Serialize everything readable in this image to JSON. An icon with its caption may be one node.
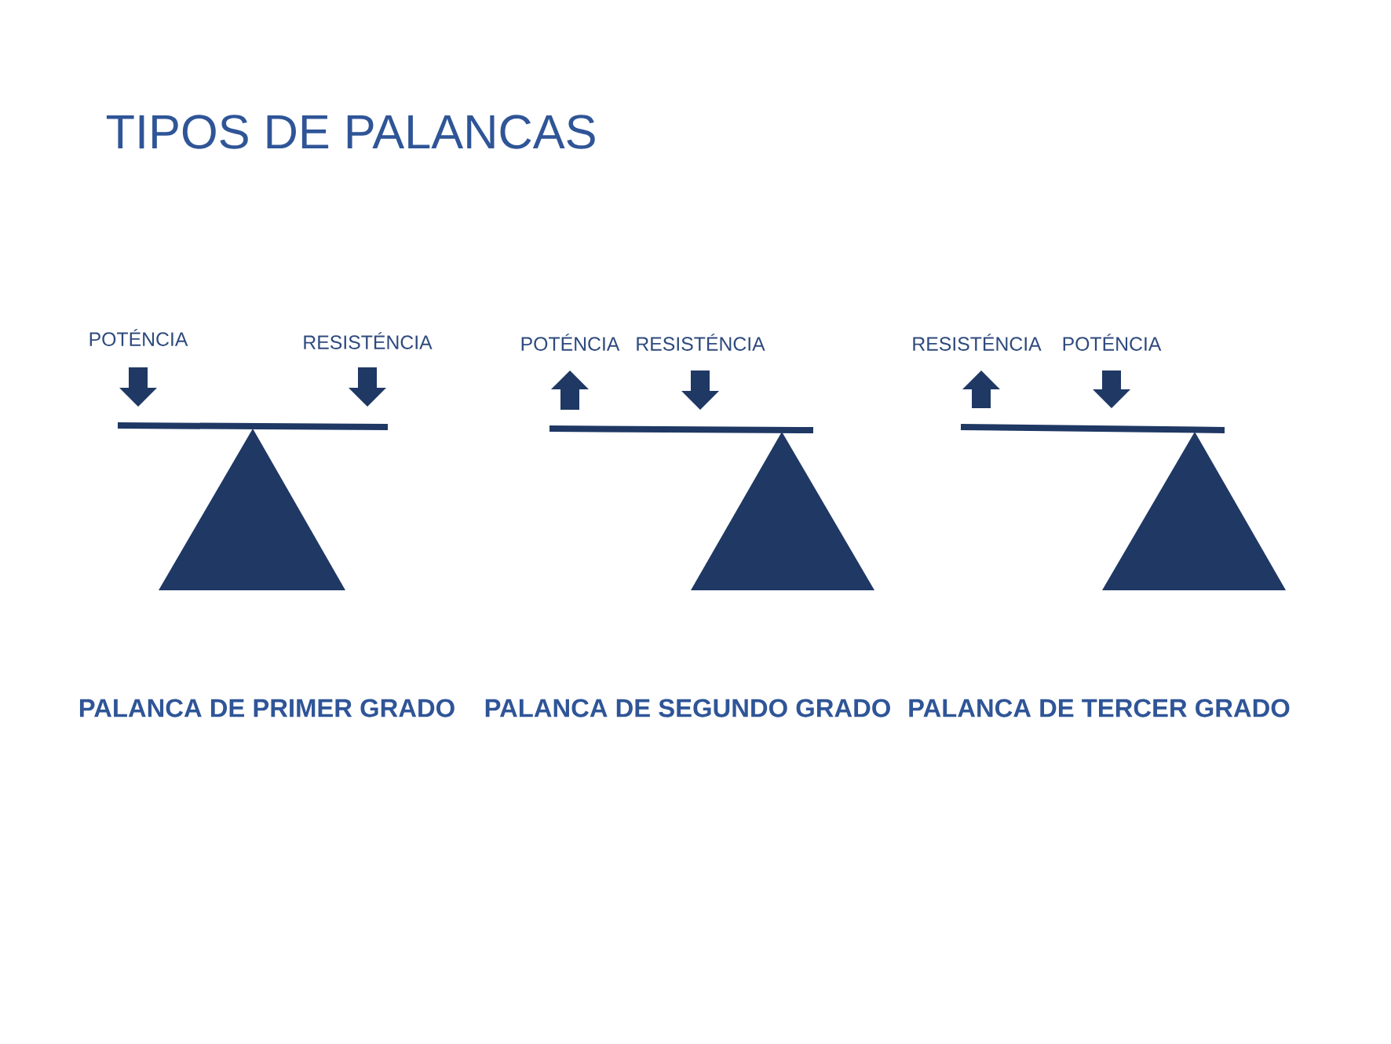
{
  "diagram": {
    "title": "TIPOS DE PALANCAS",
    "labels": [
      "POTÉNCIA",
      "RESISTÉNCIA",
      "POTÉNCIA",
      "RESISTÉNCIA",
      "RESISTÉNCIA",
      "POTÉNCIA",
      "PALANCA DE PRIMER GRADO",
      "PALANCA DE SEGUNDO GRADO",
      "PALANCA DE TERCER GRADO"
    ]
  }
}
